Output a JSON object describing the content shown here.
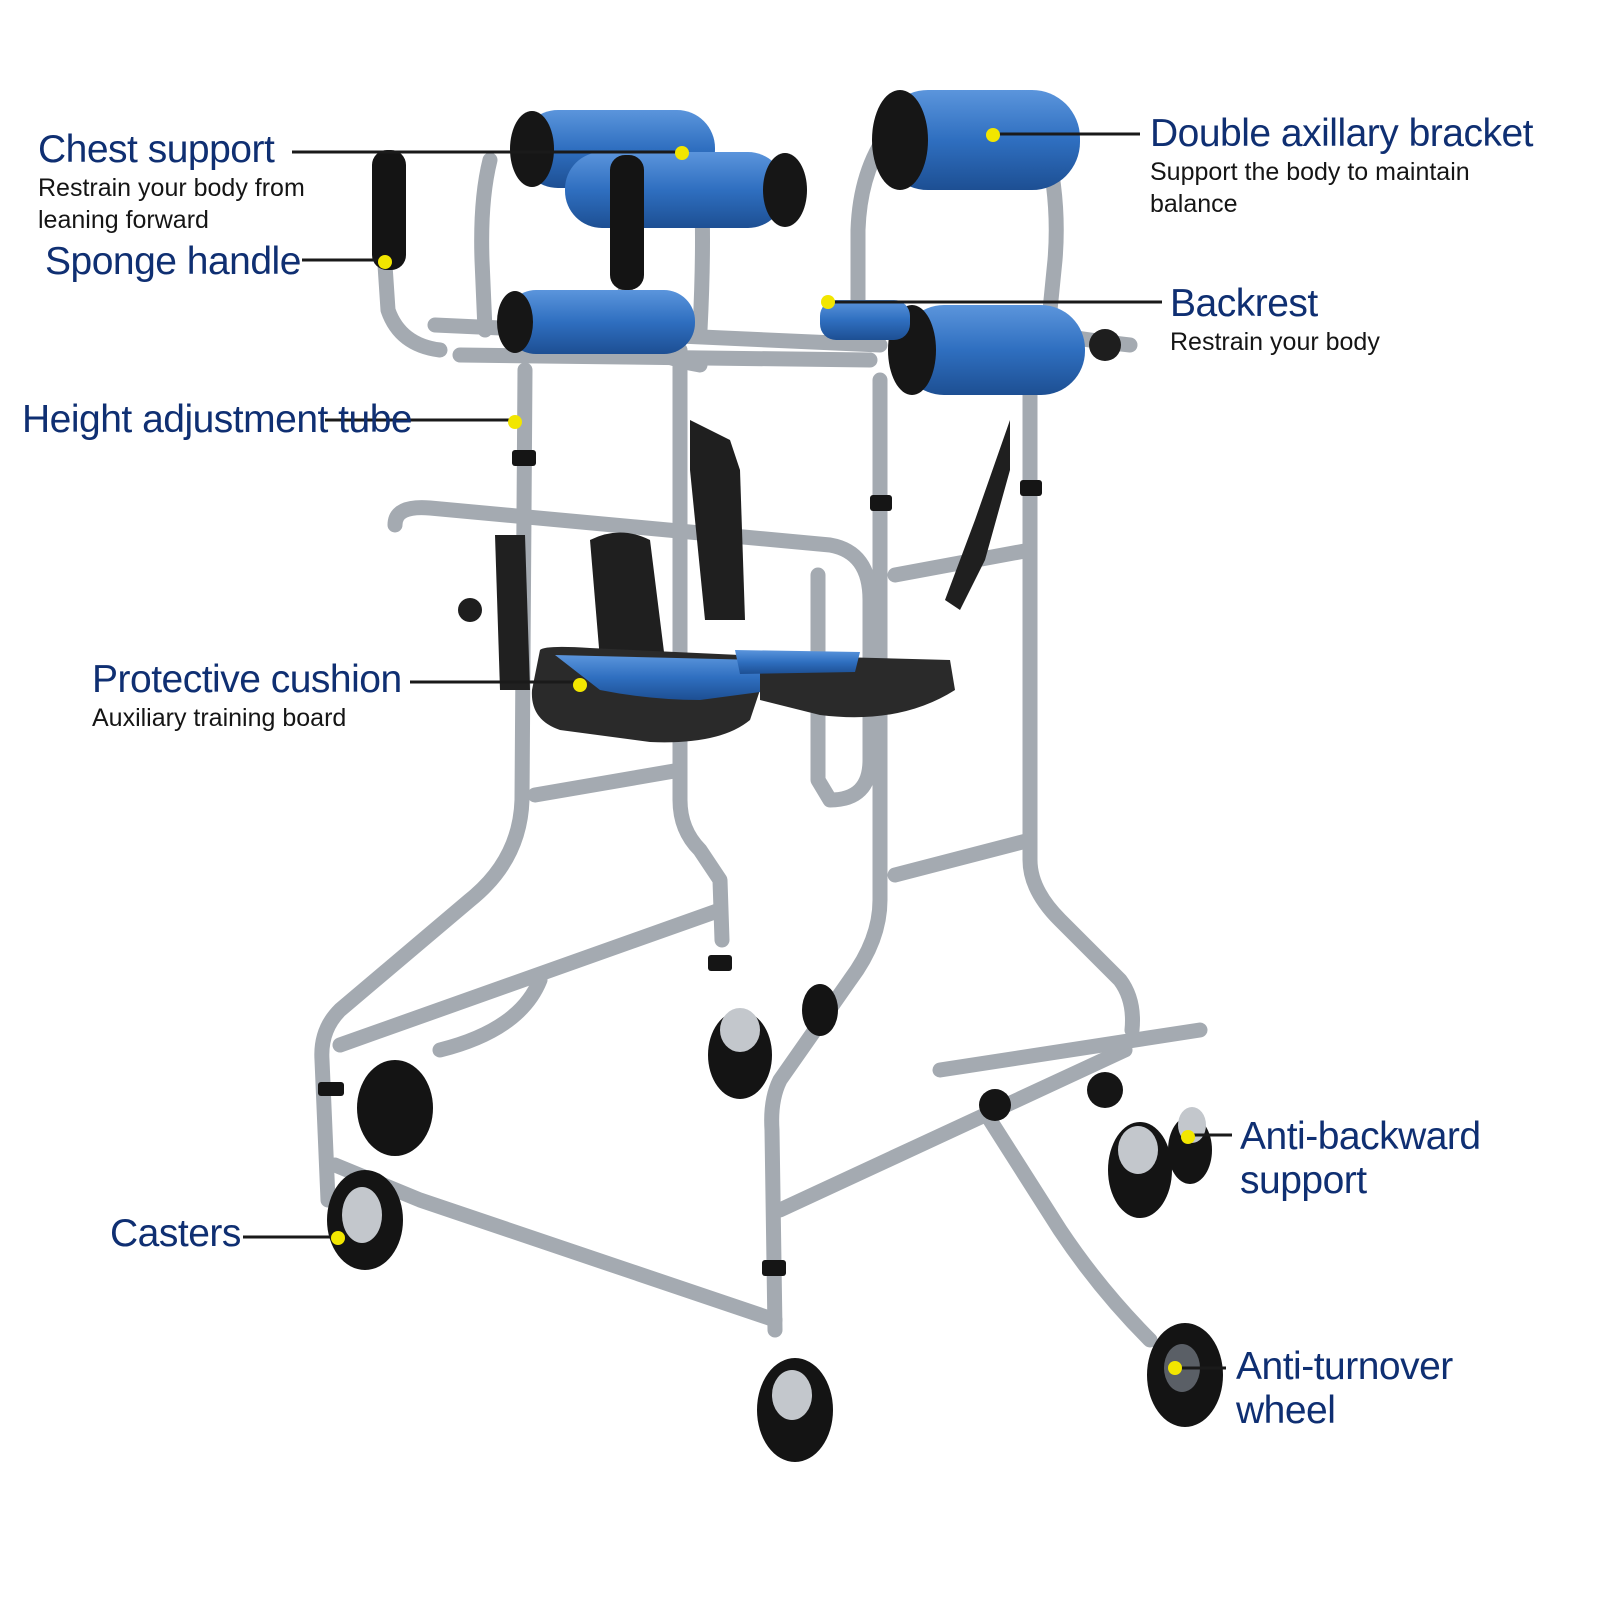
{
  "colors": {
    "title": "#0f2f72",
    "description": "#151515",
    "leader": "#1a1a1a",
    "callout_dot": "#f2e600",
    "pad_blue": "#2f6fc0",
    "frame": "#9aa0a8",
    "tire": "#121212",
    "background": "#ffffff"
  },
  "labels": {
    "chest_support": {
      "title": "Chest support",
      "description_line1": "Restrain your body from",
      "description_line2": "leaning forward"
    },
    "sponge_handle": {
      "title": "Sponge handle"
    },
    "height_adjustment_tube": {
      "title": "Height adjustment tube"
    },
    "protective_cushion": {
      "title": "Protective cushion",
      "description": "Auxiliary training board"
    },
    "casters": {
      "title": "Casters"
    },
    "double_axillary_bracket": {
      "title": "Double axillary bracket",
      "description_line1": "Support the body to maintain",
      "description_line2": "balance"
    },
    "backrest": {
      "title": "Backrest",
      "description": "Restrain your body"
    },
    "anti_backward_support": {
      "title_line1": "Anti-backward",
      "title_line2": "support"
    },
    "anti_turnover_wheel": {
      "title_line1": "Anti-turnover",
      "title_line2": "wheel"
    }
  },
  "icons": [
    "callout-dot-icon",
    "walker-frame-illustration"
  ]
}
